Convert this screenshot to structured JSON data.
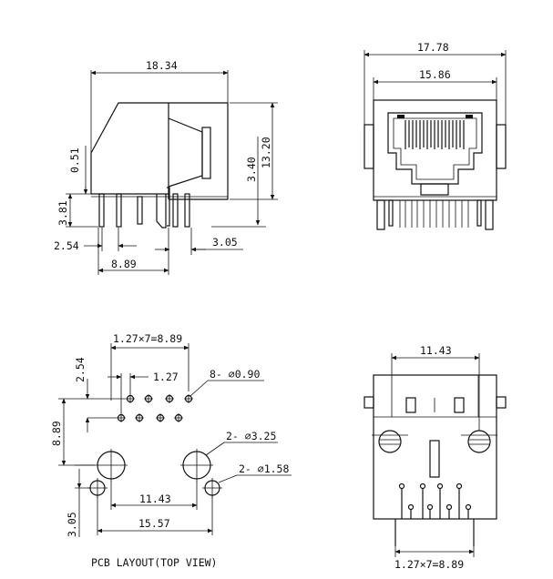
{
  "side_view": {
    "dim_width": "18.34",
    "dim_lead_offset": "0.51",
    "dim_height": "13.20",
    "dim_mid_height": "3.40",
    "dim_pin_length": "3.81",
    "dim_pin_pitch": "2.54",
    "dim_post_spacing": "8.89",
    "dim_tab": "3.05"
  },
  "front_view": {
    "dim_overall_width": "17.78",
    "dim_opening_width": "15.86"
  },
  "pcb_layout": {
    "dim_pin_span": "1.27×7=8.89",
    "dim_row_offset": "2.54",
    "dim_pin_pitch": "1.27",
    "hole_note": "8- ⌀0.90",
    "dim_row_to_post": "8.89",
    "large_hole_note": "2- ⌀3.25",
    "small_hole_note": "2- ⌀1.58",
    "dim_post_spacing": "11.43",
    "dim_small_offset": "3.05",
    "dim_small_spacing": "15.57",
    "caption": "PCB LAYOUT(TOP VIEW)"
  },
  "bottom_view": {
    "dim_post_spacing": "11.43",
    "dim_pin_span": "1.27×7=8.89"
  }
}
